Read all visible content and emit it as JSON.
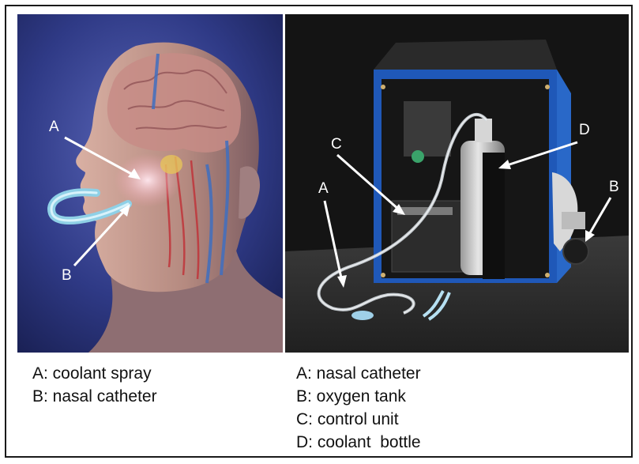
{
  "left_panel": {
    "callouts": {
      "a": "A",
      "b": "B"
    },
    "legend": [
      {
        "text": "A: coolant spray"
      },
      {
        "text": "B: nasal catheter"
      }
    ]
  },
  "right_panel": {
    "callouts": {
      "a": "A",
      "b": "B",
      "c": "C",
      "d": "D"
    },
    "legend": [
      {
        "text": "A: nasal catheter"
      },
      {
        "text": "B: oxygen tank"
      },
      {
        "text": "C: control unit"
      },
      {
        "text": "D: coolant  bottle"
      }
    ]
  },
  "colors": {
    "background_blue": "#2b3475",
    "skin": "#c49a8e",
    "device_blue": "#1f58b8",
    "photo_backdrop": "#1a1a1a"
  }
}
